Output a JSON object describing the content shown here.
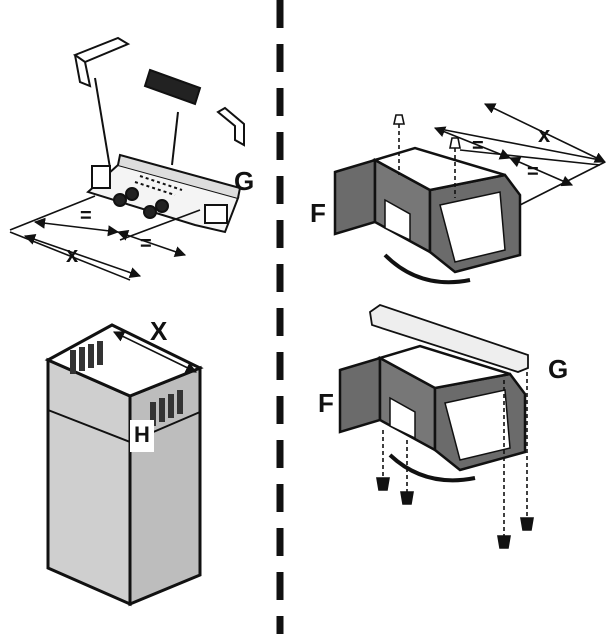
{
  "labels": {
    "top_left": {
      "g": "G",
      "x": "x",
      "eq1": "=",
      "eq2": "="
    },
    "bottom_left": {
      "x": "X",
      "h": "H"
    },
    "top_right": {
      "f": "F",
      "x": "x",
      "eq1": "=",
      "eq2": "="
    },
    "bottom_right": {
      "f": "F",
      "g": "G"
    }
  },
  "colors": {
    "ink": "#111111",
    "motor": "#6b6b6b",
    "chimney": "#cfcfcf",
    "chimney_side": "#bdbdbd"
  }
}
